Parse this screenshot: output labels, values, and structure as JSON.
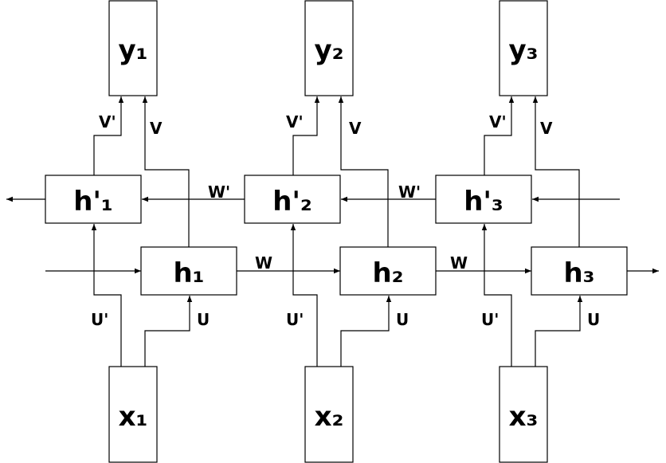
{
  "nodes": {
    "y1": "y₁",
    "y2": "y₂",
    "y3": "y₃",
    "hb1": "h'₁",
    "hb2": "h'₂",
    "hb3": "h'₃",
    "hf1": "h₁",
    "hf2": "h₂",
    "hf3": "h₃",
    "x1": "x₁",
    "x2": "x₂",
    "x3": "x₃"
  },
  "edges": {
    "v_prime": "V'",
    "v": "V",
    "w_prime": "W'",
    "w": "W",
    "u_prime": "U'",
    "u": "U"
  }
}
